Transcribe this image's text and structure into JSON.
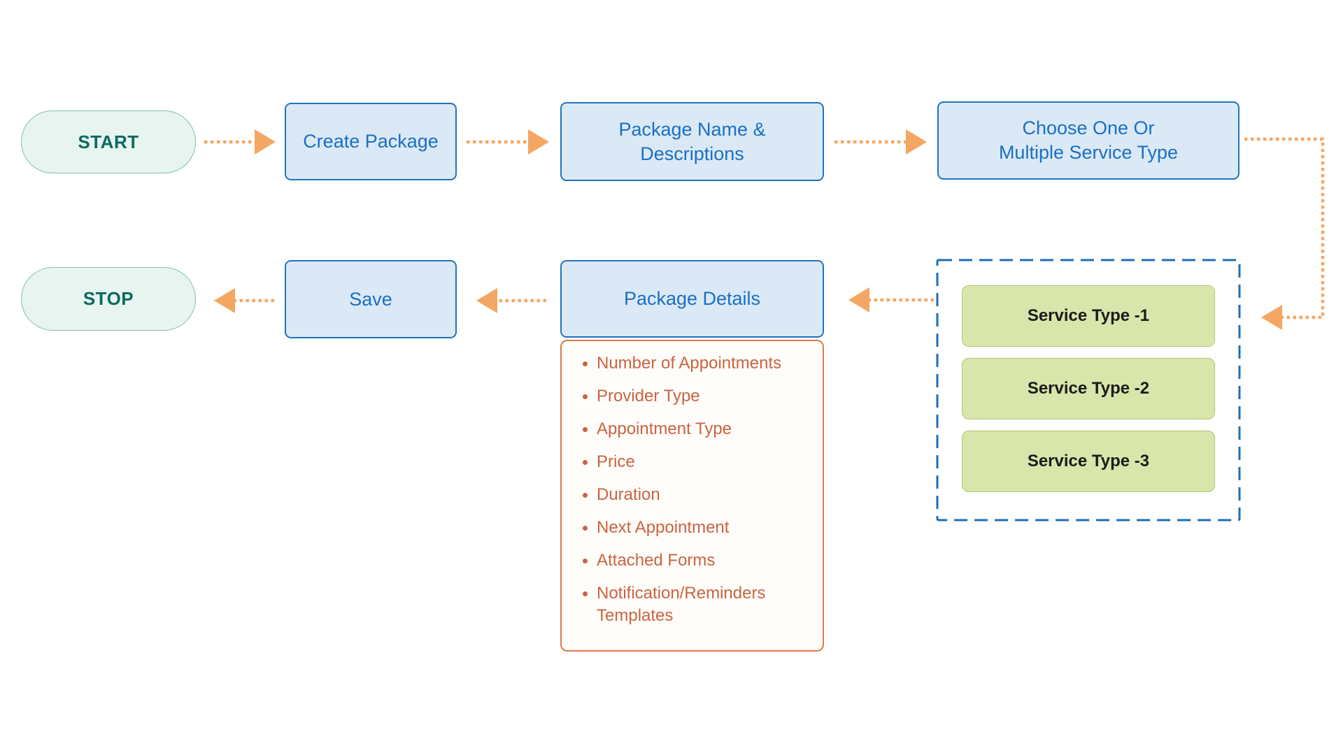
{
  "diagram": {
    "type": "flowchart",
    "background": "#ffffff"
  },
  "nodes": {
    "start": {
      "label": "START",
      "shape": "terminal"
    },
    "create_package": {
      "label": "Create Package",
      "shape": "process"
    },
    "package_name": {
      "label": "Package Name &\nDescriptions",
      "shape": "process"
    },
    "choose_service": {
      "label": "Choose One Or\nMultiple Service Type",
      "shape": "process"
    },
    "stop": {
      "label": "STOP",
      "shape": "terminal"
    },
    "save": {
      "label": "Save",
      "shape": "process"
    },
    "package_details": {
      "label": "Package Details",
      "shape": "process"
    }
  },
  "service_group": {
    "border_style": "dashed",
    "items": [
      {
        "label": "Service Type -1"
      },
      {
        "label": "Service Type -2"
      },
      {
        "label": "Service Type -3"
      }
    ]
  },
  "package_details_list": {
    "items": [
      "Number of Appointments",
      "Provider Type",
      "Appointment Type",
      "Price",
      "Duration",
      "Next Appointment",
      "Attached Forms",
      "Notification/Reminders Templates"
    ]
  },
  "connections": [
    {
      "from": "start",
      "to": "create_package",
      "style": "dotted-arrow"
    },
    {
      "from": "create_package",
      "to": "package_name",
      "style": "dotted-arrow"
    },
    {
      "from": "package_name",
      "to": "choose_service",
      "style": "dotted-arrow"
    },
    {
      "from": "choose_service",
      "to": "service_group",
      "style": "dotted-arrow-elbow"
    },
    {
      "from": "service_group",
      "to": "package_details",
      "style": "dotted-arrow"
    },
    {
      "from": "package_details",
      "to": "save",
      "style": "dotted-arrow"
    },
    {
      "from": "save",
      "to": "stop",
      "style": "dotted-arrow"
    }
  ],
  "colors": {
    "terminal_fill": "#e8f4f0",
    "terminal_border": "#82bfb0",
    "terminal_text": "#0b6a60",
    "process_fill": "#dbe9f6",
    "process_border": "#2273bb",
    "process_text": "#1a6fc4",
    "service_fill": "#d9e6ab",
    "service_border": "#afc577",
    "service_text": "#1b1b1b",
    "group_border": "#1f6eb8",
    "arrow": "#f4a763",
    "list_fill": "#fffdf9",
    "list_border": "#dc7a4a",
    "list_text": "#c96441",
    "background": "#ffffff"
  }
}
